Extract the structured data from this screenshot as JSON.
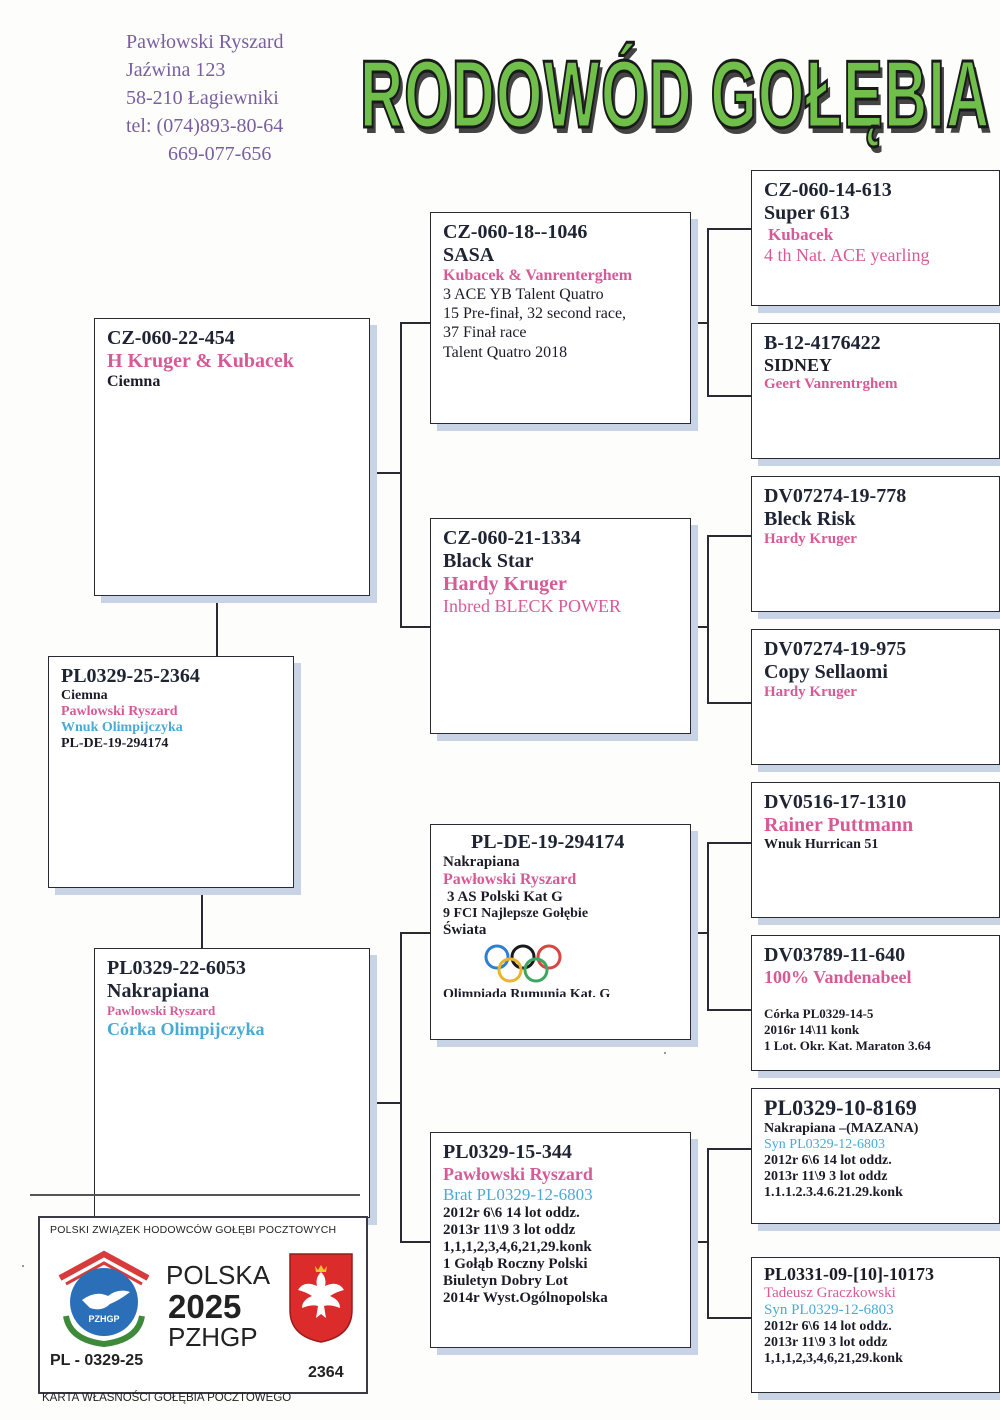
{
  "owner": {
    "name": "Pawłowski Ryszard",
    "street": "Jaźwina 123",
    "city": "58-210 Łagiewniki",
    "tel": "tel: (074)893-80-64",
    "mobile": "669-077-656"
  },
  "title": "RODOWÓD GOŁĘBIA",
  "pigeon": {
    "ring": "PL0329-25-2364",
    "name": "Ciemna",
    "breeder": "Pawlowski Ryszard",
    "note": "Wnuk Olimpijczyka",
    "parent_ref": "PL-DE-19-294174"
  },
  "father": {
    "ring": "CZ-060-22-454",
    "breeder": "H Kruger & Kubacek",
    "name": "Ciemna"
  },
  "mother": {
    "ring": "PL0329-22-6053",
    "name": "Nakrapiana",
    "breeder": "Pawlowski Ryszard",
    "note": "Córka Olimpijczyka"
  },
  "ff": {
    "ring": "CZ-060-18--1046",
    "name": "SASA",
    "breeder": "Kubacek & Vanrenterghem",
    "results": [
      "3 ACE YB Talent Quatro",
      "15 Pre-finał, 32 second race,",
      "37 Finał race",
      "Talent Quatro 2018"
    ]
  },
  "fm": {
    "ring": "CZ-060-21-1334",
    "name": "Black Star",
    "breeder": "Hardy Kruger",
    "note": "Inbred BLECK POWER"
  },
  "mf": {
    "ring": "PL-DE-19-294174",
    "name": "Nakrapiana",
    "breeder": "Pawłowski Ryszard",
    "results": [
      "3 AS Polski Kat G",
      "9 FCI Najlepsze Gołębie",
      "Świata"
    ],
    "footer": "Olimpiada Rumunia Kat. G"
  },
  "mm": {
    "ring": "PL0329-15-344",
    "breeder": "Pawłowski Ryszard",
    "note": "Brat  PL0329-12-6803",
    "results": [
      "2012r 6\\6   14 lot oddz.",
      "2013r 11\\9    3 lot oddz",
      "1,1,1,2,3,4,6,21,29.konk",
      "1 Gołąb Roczny Polski",
      "Biuletyn Dobry Lot",
      "2014r Wyst.Ogólnopolska"
    ]
  },
  "fff": {
    "ring": "CZ-060-14-613",
    "name": "Super 613",
    "breeder": "Kubacek",
    "note": "4 th Nat. ACE yearling"
  },
  "ffm": {
    "ring": "B-12-4176422",
    "name": "SIDNEY",
    "breeder": "Geert Vanrentrghem"
  },
  "fmf": {
    "ring": "DV07274-19-778",
    "name": "Bleck Risk",
    "breeder": "Hardy Kruger"
  },
  "fmm": {
    "ring": "DV07274-19-975",
    "name": "Copy Sellaomi",
    "breeder": "Hardy Kruger"
  },
  "mff": {
    "ring": "DV0516-17-1310",
    "breeder": "Rainer Puttmann",
    "note": "Wnuk Hurrican 51"
  },
  "mfm": {
    "ring": "DV03789-11-640",
    "breeder": "100% Vandenabeel",
    "results": [
      "Córka PL0329-14-5",
      "2016r 14\\11 konk",
      "1 Lot. Okr. Kat. Maraton 3.64"
    ]
  },
  "mmf": {
    "ring": "PL0329-10-8169",
    "name": "Nakrapiana –(MAZANA)",
    "note": "Syn PL0329-12-6803",
    "results": [
      "2012r 6\\6   14 lot oddz.",
      "2013r 11\\9   3 lot oddz",
      "1.1.1.2.3.4.6.21.29.konk"
    ]
  },
  "mmm": {
    "ring": "PL0331-09-[10]-10173",
    "breeder": "Tadeusz Graczkowski",
    "note": "Syn PL0329-12-6803",
    "results": [
      "2012r 6\\6   14 lot oddz.",
      "2013r 11\\9   3 lot oddz",
      "1,1,1,2,3,4,6,21,29.konk"
    ]
  },
  "badge": {
    "org": "POLSKI ZWIĄZEK HODOWCÓW GOŁĘBI POCZTOWYCH",
    "country": "POLSKA",
    "year": "2025",
    "assoc": "PZHGP",
    "logo_text": "PZHGP",
    "ring_prefix": "PL - 0329-25",
    "ring_number": "2364",
    "card_title": "KARTA  WŁASNOŚCI GOŁĘBIA POCZTOWEGO"
  },
  "colors": {
    "title_fill": "#6fbf4a",
    "breeder_pink": "#d65a96",
    "note_blue": "#4aaad3",
    "owner_purple": "#7a5fa0"
  }
}
